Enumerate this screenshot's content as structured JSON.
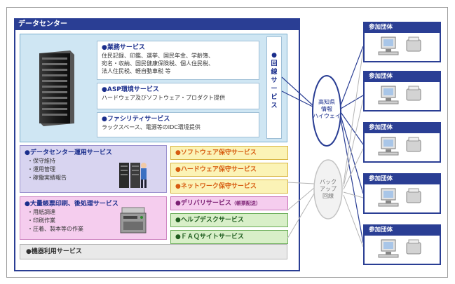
{
  "datacenter": {
    "title": "データセンター",
    "services": [
      {
        "title": "●業務サービス",
        "body": "住民記録、印鑑、選挙、国民年金、学齢簿、\n宛名・収納、国民健康保険税、個人住民税、\n法人住民税、軽自動車税 等"
      },
      {
        "title": "●ASP環境サービス",
        "body": "ハードウェア及びソフトウェア・プロダクト提供"
      },
      {
        "title": "●ファシリティサービス",
        "body": "ラックスペース、電源等のIDC環境提供"
      }
    ],
    "circuit_service": "●\n回\n線\nサ\nー\nビ\nス",
    "operations": {
      "title": "●データセンター運用サービス",
      "items": "・保守維持\n・運用管理\n・稼働実績報告"
    },
    "printing": {
      "title": "●大量帳票印刷、後処理サービス",
      "items": "・用紙調達\n・印刷作業\n・圧着、製本等の作業"
    },
    "maintenance": [
      "●ソフトウェア保守サービス",
      "●ハードウェア保守サービス",
      "●ネットワーク保守サービス"
    ],
    "delivery": {
      "label": "●デリバリサービス",
      "note": "（帳票配送）"
    },
    "helpdesk": "●ヘルプデスクサービス",
    "faq": "●ＦＡＱサイトサービス",
    "equipment": "●機器利用サービス"
  },
  "network": {
    "primary": "高知県\n情報\nハイウェイ",
    "backup": "バック\nアップ\n回線"
  },
  "participants": [
    "参加団体",
    "参加団体",
    "参加団体",
    "参加団体",
    "参加団体"
  ],
  "colors": {
    "navy": "#2a3e94",
    "light_blue": "#cfe6f3",
    "lavender": "#d8d4f0",
    "pink": "#f5cdee",
    "yellow": "#fbf3b6",
    "green": "#d8efc8",
    "grey": "#e9e9e9"
  }
}
